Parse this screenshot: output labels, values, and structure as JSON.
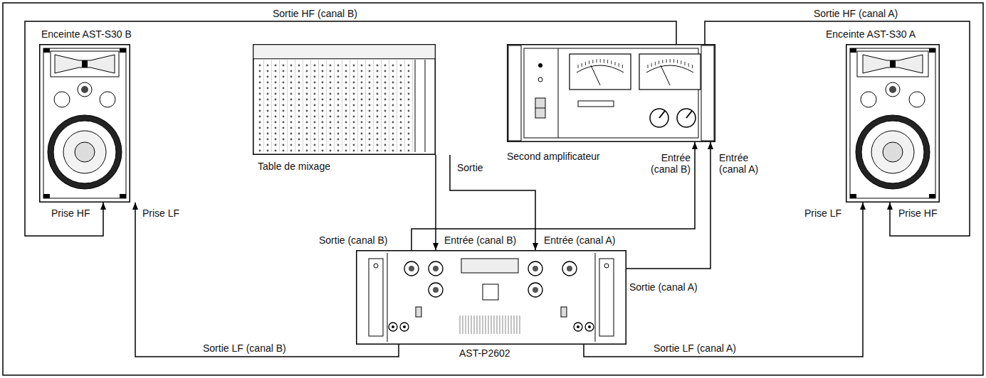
{
  "diagram": {
    "nodes": [
      {
        "text": [
          "Enceinte AST-S30 B"
        ]
      },
      {
        "text": [
          "Table de mixage"
        ]
      },
      {
        "text": [
          "Second amplificateur"
        ]
      },
      {
        "text": [
          "Enceinte AST-S30 A"
        ]
      },
      {
        "text": [
          "AST-P2602"
        ]
      }
    ],
    "edges": [
      {
        "from": 1,
        "to": 4,
        "arrow": "to"
      },
      {
        "from": 1,
        "to": 4,
        "arrow": "to"
      },
      {
        "from": 4,
        "to": 2,
        "arrow": "to"
      },
      {
        "from": 4,
        "to": 2,
        "arrow": "to"
      },
      {
        "from": 2,
        "to": 0,
        "label": "Sortie HF (canal B)",
        "arrow": "to"
      },
      {
        "from": 2,
        "to": 3,
        "label": "Sortie HF (canal A)",
        "arrow": "to"
      },
      {
        "from": 4,
        "to": 0,
        "label": "Sortie LF (canal B)",
        "arrow": "to"
      },
      {
        "from": 4,
        "to": 3,
        "label": "Sortie LF (canal A)",
        "arrow": "to"
      }
    ],
    "labels": [
      "Prise HF",
      "Prise LF",
      "Prise LF",
      "Prise HF",
      "Sortie",
      "Entrée (canal B)",
      "Entrée (canal A)",
      "Sortie (canal B)",
      "Entrée (canal B)",
      "Entrée (canal A)",
      "Sortie (canal A)"
    ]
  }
}
